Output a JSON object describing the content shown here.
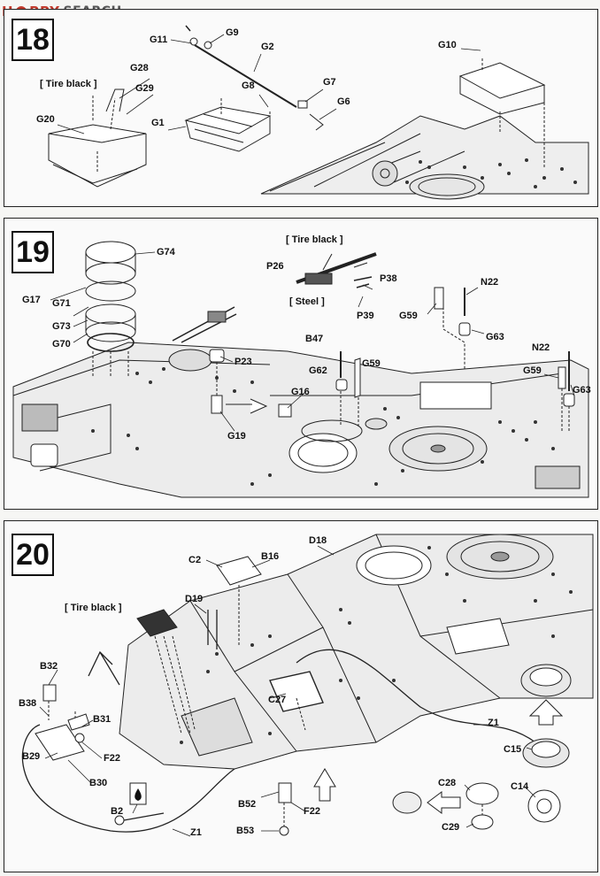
{
  "header": {
    "logo_prefix": "H",
    "logo_mid": "BBY",
    "logo_search": "SEARCH"
  },
  "panels": [
    {
      "step": "18",
      "notes": [
        "[ Tire black ]"
      ],
      "labels": [
        "G11",
        "G9",
        "G2",
        "G10",
        "G28",
        "G29",
        "G20",
        "G1",
        "G8",
        "G7",
        "G6"
      ]
    },
    {
      "step": "19",
      "notes": [
        "[ Tire black ]",
        "[ Steel ]"
      ],
      "labels": [
        "G74",
        "G17",
        "G71",
        "G73",
        "G70",
        "P26",
        "P38",
        "P39",
        "N22",
        "G59",
        "G63",
        "B47",
        "G62",
        "G59",
        "P23",
        "G16",
        "G19",
        "N22",
        "G59",
        "G63"
      ]
    },
    {
      "step": "20",
      "notes": [
        "[ Tire black ]"
      ],
      "labels": [
        "D18",
        "C2",
        "B16",
        "D19",
        "B32",
        "B38",
        "B31",
        "B29",
        "F22",
        "B30",
        "C27",
        "Z1",
        "C15",
        "C28",
        "C14",
        "B52",
        "F22",
        "B2",
        "Z1",
        "B53",
        "C29"
      ]
    }
  ],
  "icons": [
    "cement-drop-icon",
    "direction-arrow-icon"
  ]
}
